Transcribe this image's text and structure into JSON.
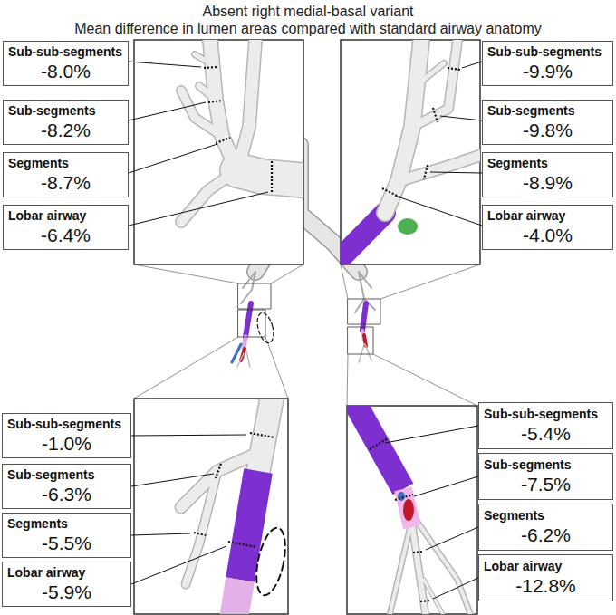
{
  "diagram": {
    "title": "Absent right medial-basal variant",
    "nodes": [
      {
        "text": [
          "Sub-sub-segments",
          "-8.0%"
        ]
      },
      {
        "text": [
          "Sub-segments",
          "-8.2%"
        ]
      },
      {
        "text": [
          "Segments",
          "-8.7%"
        ]
      },
      {
        "text": [
          "Lobar airway",
          "-6.4%"
        ]
      },
      {
        "text": [
          "Sub-sub-segments",
          "-9.9%"
        ]
      },
      {
        "text": [
          "Sub-segments",
          "-9.8%"
        ]
      },
      {
        "text": [
          "Segments",
          "-8.9%"
        ]
      },
      {
        "text": [
          "Lobar airway",
          "-4.0%"
        ]
      },
      {
        "text": [
          "Sub-sub-segments",
          "-1.0%"
        ]
      },
      {
        "text": [
          "Sub-segments",
          "-6.3%"
        ]
      },
      {
        "text": [
          "Segments",
          "-5.5%"
        ]
      },
      {
        "text": [
          "Lobar airway",
          "-5.9%"
        ]
      },
      {
        "text": [
          "Sub-sub-segments",
          "-5.4%"
        ]
      },
      {
        "text": [
          "Sub-segments",
          "-7.5%"
        ]
      },
      {
        "text": [
          "Segments",
          "-6.2%"
        ]
      },
      {
        "text": [
          "Lobar airway",
          "-12.8%"
        ]
      }
    ],
    "labels": [
      "Mean difference in lumen areas compared with standard airway anatomy"
    ]
  }
}
